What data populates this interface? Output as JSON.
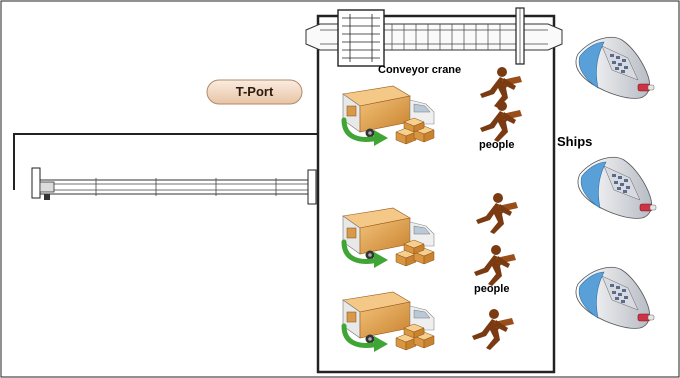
{
  "labels": {
    "tport": "T-Port",
    "conveyor_crane": "Conveyor crane",
    "people_top": "people",
    "people_bottom": "people",
    "ships": "Ships"
  },
  "colors": {
    "frame": "#1a1a1a",
    "truck_box": "#e0a050",
    "truck_cab": "#e8e8e8",
    "arrow": "#3fa535",
    "person": "#7a3b12",
    "ship_hull": "#e4e6ea",
    "ship_accent": "#5aa0d8",
    "tport_badge": "#f1d6bf"
  },
  "icons": [
    "truck-icon",
    "boxes-icon",
    "person-carrying-icon",
    "ship-icon",
    "conveyor-crane-icon",
    "gantry-rail-icon"
  ]
}
